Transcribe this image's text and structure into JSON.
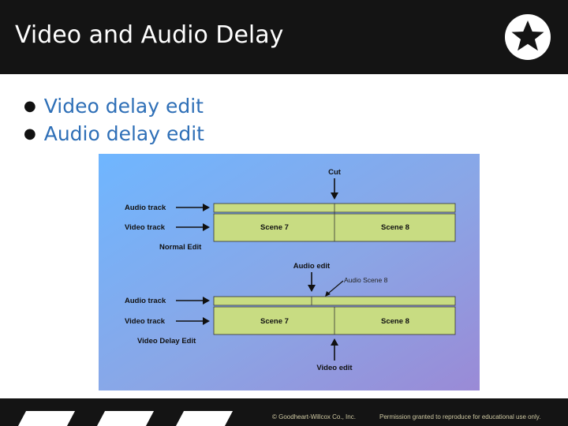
{
  "slide": {
    "title": "Video and Audio Delay",
    "bullets": [
      "Video delay edit",
      "Audio delay edit"
    ]
  },
  "figure": {
    "top_panel": {
      "cut_label": "Cut",
      "audio_track_label": "Audio track",
      "video_track_label": "Video track",
      "scene_left": "Scene 7",
      "scene_right": "Scene 8",
      "caption": "Normal Edit"
    },
    "bottom_panel": {
      "audio_edit_label": "Audio edit",
      "audio_scene_label": "Audio Scene 8",
      "audio_track_label": "Audio track",
      "video_track_label": "Video track",
      "scene_left": "Scene 7",
      "scene_right": "Scene 8",
      "caption": "Video Delay Edit",
      "video_edit_label": "Video edit"
    }
  },
  "footer": {
    "copyright": "© Goodheart-Willcox Co., Inc.",
    "permission": "Permission granted to reproduce for educational use only."
  },
  "colors": {
    "header_bg": "#141414",
    "bullet_text": "#2e6fb7",
    "track_fill": "#c8dc82",
    "footer_text": "#cfc9a3"
  },
  "icons": {
    "badge": "star-icon"
  }
}
